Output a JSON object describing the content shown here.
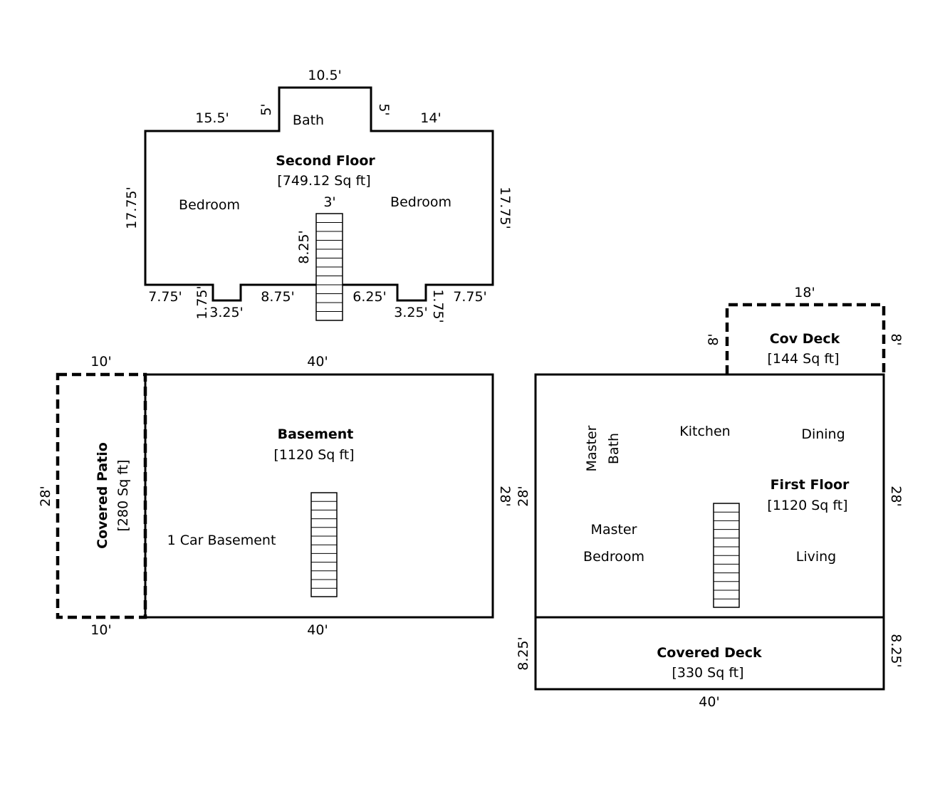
{
  "second_floor": {
    "title": "Second Floor",
    "area": "[749.12 Sq ft]",
    "rooms": {
      "bath": "Bath",
      "bedroom_left": "Bedroom",
      "bedroom_right": "Bedroom"
    },
    "dims": {
      "bath_top": "10.5'",
      "bath_left": "5'",
      "bath_right": "5'",
      "top_left": "15.5'",
      "top_right": "14'",
      "left": "17.75'",
      "right": "17.75'",
      "stair_width": "3'",
      "stair_length": "8.25'",
      "bottom_left": "7.75'",
      "notch1_depth": "1.75'",
      "notch1_width": "3.25'",
      "bottom_mid": "8.75'",
      "bottom_mid2": "6.25'",
      "notch2_width": "3.25'",
      "notch2_depth": "1.75'",
      "bottom_right": "7.75'"
    }
  },
  "basement": {
    "title": "Basement",
    "area": "[1120 Sq ft]",
    "room": "1 Car Basement",
    "dims": {
      "top": "40'",
      "bottom": "40'",
      "right": "28'"
    }
  },
  "covered_patio": {
    "title": "Covered Patio",
    "area": "[280 Sq ft]",
    "dims": {
      "top": "10'",
      "bottom": "10'",
      "left": "28'"
    }
  },
  "first_floor": {
    "title": "First Floor",
    "area": "[1120 Sq ft]",
    "rooms": {
      "master_bath_1": "Master",
      "master_bath_2": "Bath",
      "kitchen": "Kitchen",
      "dining": "Dining",
      "master_bed_1": "Master",
      "master_bed_2": "Bedroom",
      "living": "Living"
    },
    "dims": {
      "left": "28'",
      "right": "28'"
    }
  },
  "cov_deck": {
    "title": "Cov Deck",
    "area": "[144 Sq ft]",
    "dims": {
      "top": "18'",
      "left": "8'",
      "right": "8'"
    }
  },
  "covered_deck": {
    "title": "Covered Deck",
    "area": "[330 Sq ft]",
    "dims": {
      "left": "8.25'",
      "right": "8.25'",
      "bottom": "40'"
    }
  }
}
